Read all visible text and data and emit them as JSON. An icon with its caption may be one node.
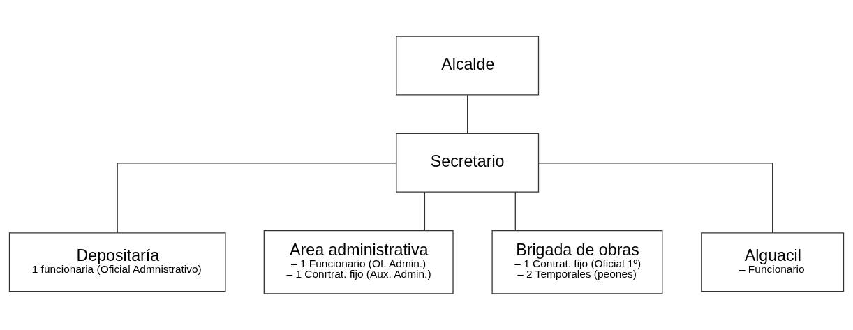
{
  "diagram": {
    "nodes": [
      {
        "text": [
          "Alcalde"
        ]
      },
      {
        "text": [
          "Secretario"
        ]
      },
      {
        "text": [
          "Depositaría",
          "1 funcionaria (Oficial Admnistrativo)"
        ]
      },
      {
        "text": [
          "Area administrativa",
          "– 1 Funcionario (Of. Admin.)",
          "– 1 Conrtrat. fijo (Aux. Admin.)"
        ]
      },
      {
        "text": [
          "Brigada de obras",
          "– 1 Contrat. fijo (Oficial 1º)",
          "– 2 Temporales (peones)"
        ]
      },
      {
        "text": [
          "Alguacil",
          "– Funcionario"
        ]
      }
    ],
    "edges": [
      {
        "from": 0,
        "to": 1,
        "arrow": "none"
      },
      {
        "from": 1,
        "to": 2,
        "arrow": "none"
      },
      {
        "from": 1,
        "to": 3,
        "arrow": "none"
      },
      {
        "from": 1,
        "to": 4,
        "arrow": "none"
      },
      {
        "from": 1,
        "to": 5,
        "arrow": "none"
      }
    ]
  }
}
